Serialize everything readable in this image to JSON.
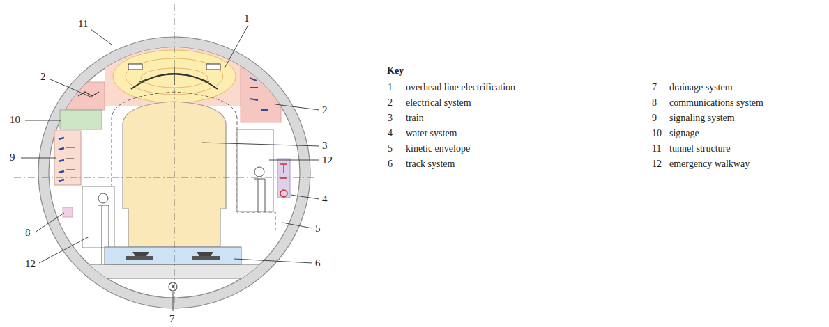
{
  "diagram": {
    "labels": [
      "11",
      "1",
      "2",
      "10",
      "2",
      "3",
      "9",
      "12",
      "4",
      "8",
      "5",
      "12",
      "6",
      "7",
      "Key",
      "1",
      "overhead line electrification",
      "7",
      "drainage system",
      "2",
      "electrical system",
      "8",
      "communications system",
      "3",
      "train",
      "9",
      "signaling system",
      "4",
      "water system",
      "10",
      "signage",
      "5",
      "kinetic envelope",
      "11",
      "tunnel structure",
      "6",
      "track system",
      "12",
      "emergency walkway"
    ]
  }
}
